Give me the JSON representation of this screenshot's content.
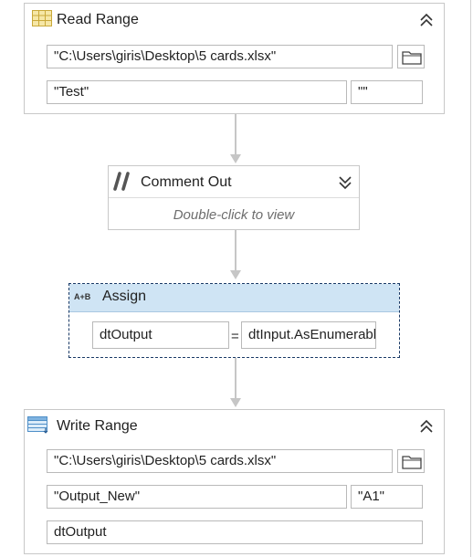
{
  "read_range": {
    "title": "Read Range",
    "workbook_path": "\"C:\\Users\\giris\\Desktop\\5 cards.xlsx\"",
    "sheet_name": "\"Test\"",
    "range": "\"\"",
    "icon": "excel-read-range-icon"
  },
  "comment_out": {
    "title": "Comment Out",
    "hint": "Double-click to view",
    "icon": "comment-out-icon"
  },
  "assign": {
    "title": "Assign",
    "icon_label": "A+B",
    "to": "dtOutput",
    "operator": "=",
    "value": "dtInput.AsEnumerable"
  },
  "write_range": {
    "title": "Write Range",
    "workbook_path": "\"C:\\Users\\giris\\Desktop\\5 cards.xlsx\"",
    "sheet_name": "\"Output_New\"",
    "starting_cell": "\"A1\"",
    "data_table": "dtOutput",
    "icon": "excel-write-range-icon"
  },
  "colors": {
    "connector": "#c6c6c6",
    "assign_header": "#cfe4f4",
    "selection_border": "#1a3a66"
  }
}
